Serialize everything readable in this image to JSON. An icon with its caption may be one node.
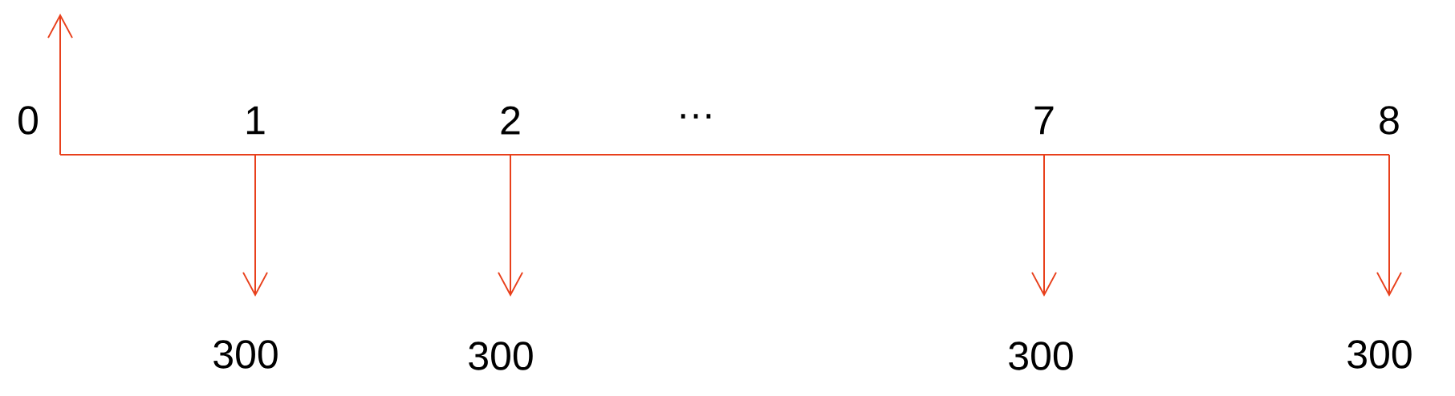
{
  "diagram": {
    "labels": [
      "0",
      "1",
      "2",
      "…",
      "7",
      "8",
      "300",
      "300",
      "300",
      "300"
    ]
  }
}
